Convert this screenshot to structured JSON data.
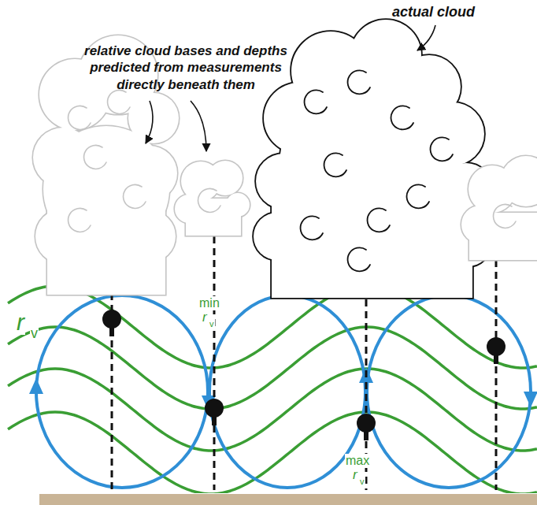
{
  "diagram": {
    "labels": [
      "actual cloud",
      "relative cloud bases and depths predicted from measurements directly beneath them",
      "r",
      "v",
      "min",
      "r",
      "v",
      "max",
      "r",
      "v"
    ]
  }
}
